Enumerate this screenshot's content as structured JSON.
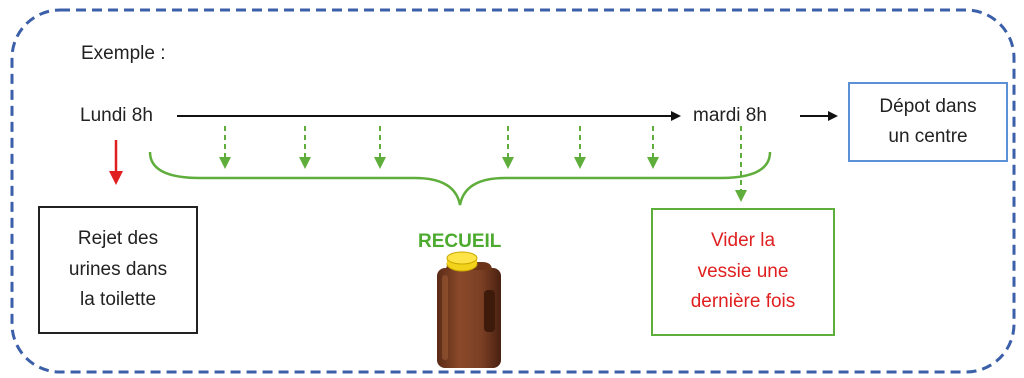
{
  "example_label": "Exemple :",
  "timeline": {
    "start_label": "Lundi 8h",
    "end_label": "mardi 8h"
  },
  "boxes": {
    "deposit": "Dépot dans\nun centre",
    "reject": "Rejet des\nurines dans\nla toilette",
    "empty_bladder": "Vider la\nvessie une\ndernière fois"
  },
  "collection_label": "RECUEIL",
  "colors": {
    "border_dashed": "#3b5fa8",
    "timeline": "#111111",
    "green": "#5fae3c",
    "green_text": "#4caa2e",
    "red": "#e02020",
    "deposit_box_border": "#5b8fd6",
    "reject_box_border": "#222222",
    "container_body": "#7a3f24",
    "container_cap": "#f2d21b"
  }
}
